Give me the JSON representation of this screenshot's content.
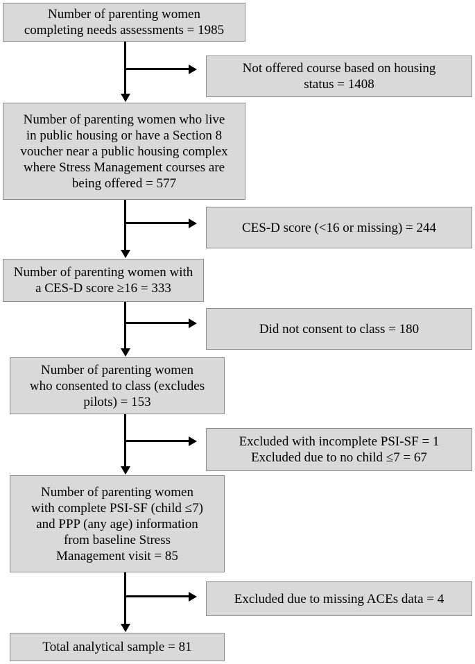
{
  "main_boxes": [
    "Number of parenting women\ncompleting needs assessments = 1985",
    "Number of parenting women who live\nin public housing or have a Section 8\nvoucher near a public housing complex\nwhere Stress Management courses are\nbeing offered = 577",
    "Number of parenting women with\na CES-D score ≥16 = 333",
    "Number of parenting women\nwho consented to class (excludes\npilots) = 153",
    "Number of parenting women\nwith complete PSI-SF (child ≤7)\nand PPP (any age) information\nfrom baseline Stress\nManagement visit = 85",
    "Total analytical sample = 81"
  ],
  "side_boxes": [
    "Not offered course based on housing\nstatus = 1408",
    "CES-D score (<16 or missing) = 244",
    "Did not consent to class = 180",
    "Excluded with incomplete PSI-SF = 1\nExcluded due to no child ≤7 = 67",
    "Excluded due to missing ACEs data = 4"
  ],
  "colors": {
    "box_fill": "#d9d9d9",
    "box_border": "#8c8c8c",
    "arrow": "#000000"
  }
}
